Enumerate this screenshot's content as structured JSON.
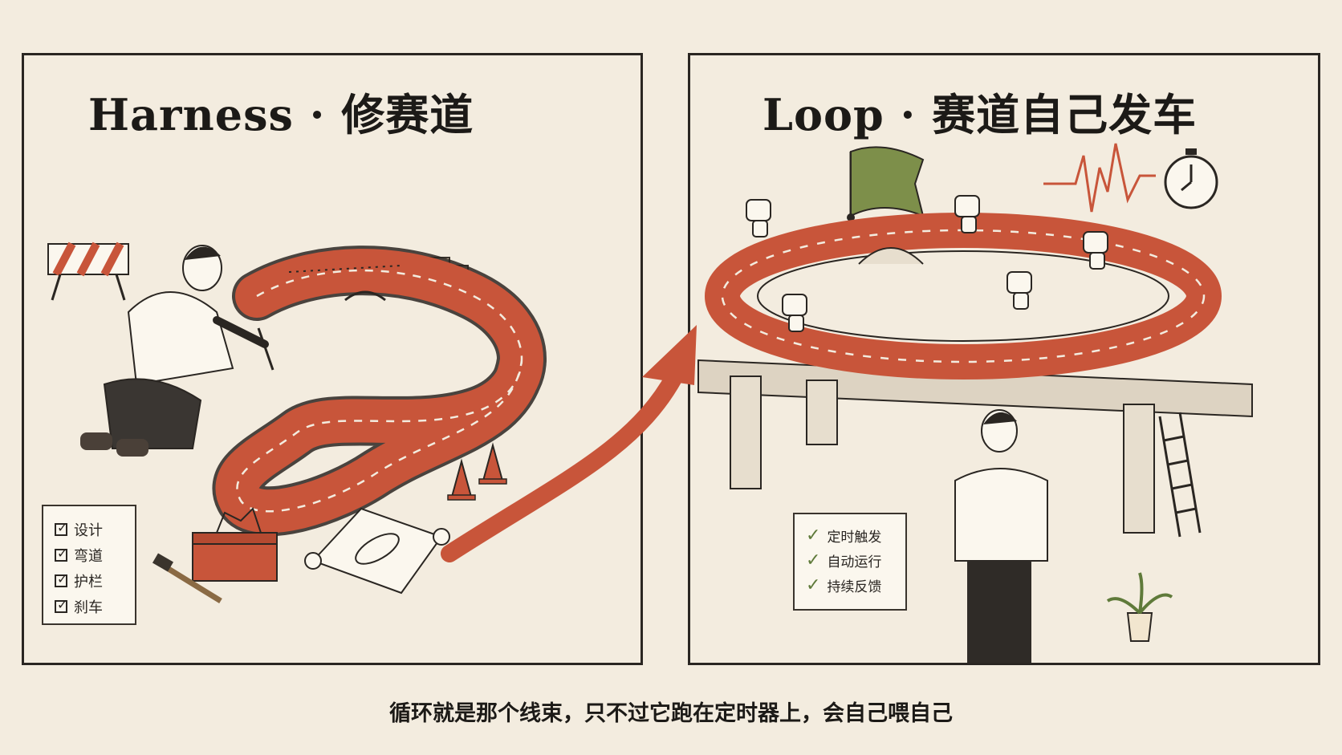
{
  "panels": {
    "left": {
      "title": "Harness · 修赛道",
      "checklist": [
        "设计",
        "弯道",
        "护栏",
        "刹车"
      ]
    },
    "right": {
      "title": "Loop · 赛道自己发车",
      "checklist": [
        "定时触发",
        "自动运行",
        "持续反馈"
      ]
    }
  },
  "caption": "循环就是那个线束，只不过它跑在定时器上，会自己喂自己",
  "colors": {
    "background": "#f3ecdf",
    "track": "#c8553a",
    "ink": "#1c1a17",
    "flag": "#7d8f4a",
    "check": "#5f7a3a"
  },
  "icons": [
    "barrier-icon",
    "boxes-icon",
    "traffic-cone-icon",
    "toolbox-icon",
    "hammer-icon",
    "blueprint-icon",
    "flag-icon",
    "heartbeat-icon",
    "stopwatch-icon",
    "robot-icon",
    "ladder-icon",
    "plant-icon"
  ]
}
